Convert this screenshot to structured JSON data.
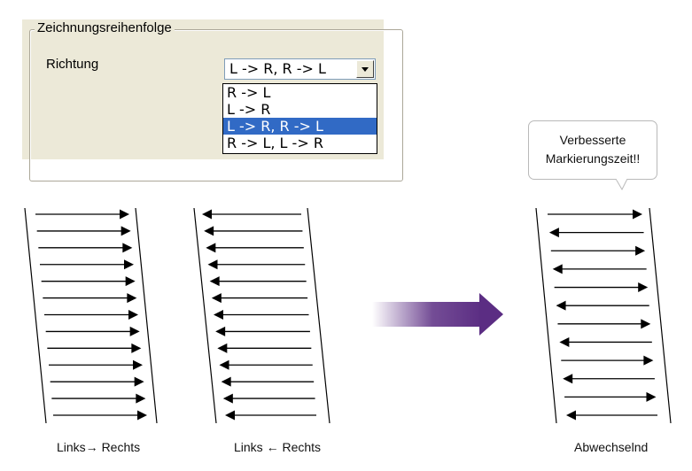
{
  "dialog": {
    "group_title": "Zeichnungsreihenfolge",
    "direction_label": "Richtung",
    "dropdown_value": "L -> R, R -> L",
    "options": [
      "R -> L",
      "L -> R",
      "L -> R, R -> L",
      "R -> L, L -> R"
    ],
    "selected_index": 2
  },
  "callout": {
    "line1": "Verbesserte",
    "line2": "Markierungszeit!!"
  },
  "captions": {
    "left_to_right": "Links→ Rechts",
    "right_to_left": "Links ← Rechts",
    "alternating": "Abwechselnd"
  },
  "colors": {
    "selection": "#316ac5",
    "transition_arrow": "#5b2d83",
    "dialog_bg": "#ece9d8"
  },
  "icons": {
    "dropdown": "chevron-down-icon",
    "transition": "arrow-right-icon"
  }
}
